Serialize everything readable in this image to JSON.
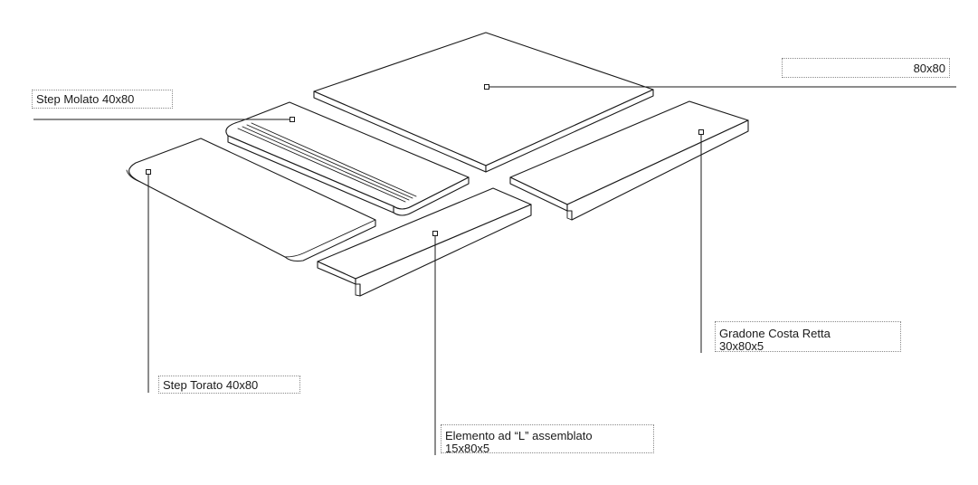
{
  "labels": {
    "tile_80x80": "80x80",
    "step_molato": "Step Molato 40x80",
    "step_torato": "Step Torato 40x80",
    "elemento_l": {
      "line1": "Elemento ad “L” assemblato",
      "line2": "15x80x5"
    },
    "gradone": {
      "line1": "Gradone Costa Retta",
      "line2": "30x80x5"
    }
  },
  "colors": {
    "line": "#1a1a1a",
    "label_border": "#8a8a8a",
    "background": "#ffffff"
  }
}
